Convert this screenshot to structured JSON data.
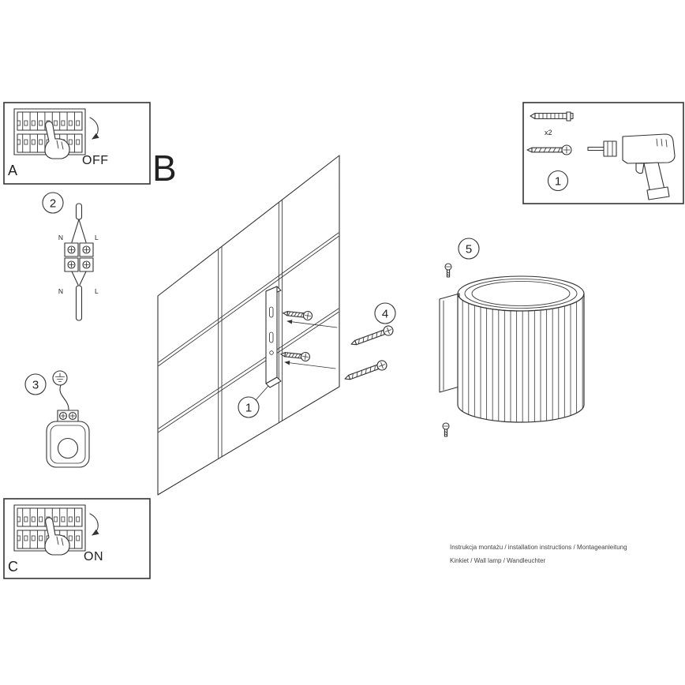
{
  "sections": {
    "b_label": "B"
  },
  "panel_a": {
    "label": "A",
    "state": "OFF"
  },
  "panel_c": {
    "label": "C",
    "state": "ON"
  },
  "badges": {
    "tools": "1",
    "bracket": "1",
    "wiring": "2",
    "ground": "3",
    "screws": "4",
    "lamp": "5"
  },
  "wiring": {
    "n_top": "N",
    "l_top": "L",
    "n_bottom": "N",
    "l_bottom": "L"
  },
  "tools": {
    "plug_count": "x2"
  },
  "footer": {
    "line1": "Instrukcja montażu / installation instructions / Montageanleitung",
    "line2": "Kinkiet / Wall lamp / Wandleuchter"
  }
}
